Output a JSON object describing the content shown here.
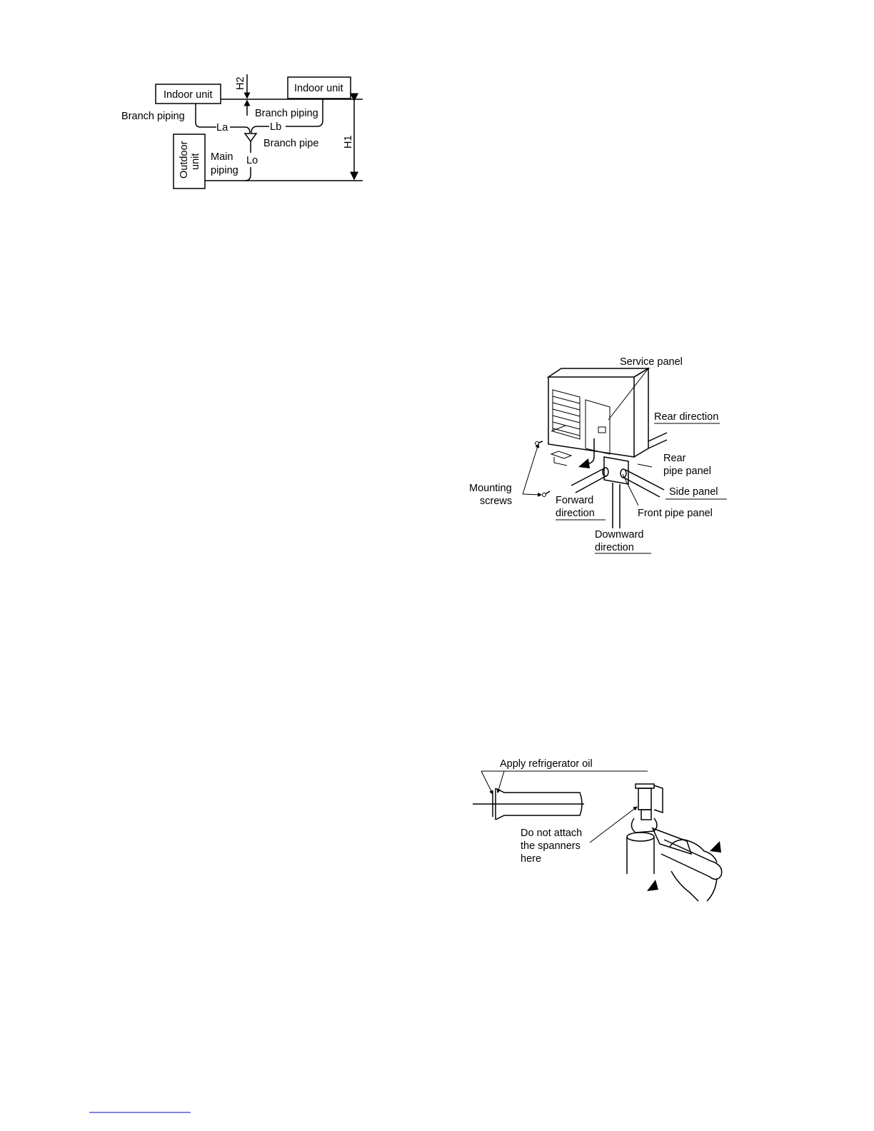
{
  "piping_diagram": {
    "indoor_unit_left": "Indoor unit",
    "indoor_unit_right": "Indoor unit",
    "branch_piping_left": "Branch piping",
    "branch_piping_right": "Branch piping",
    "length_a": "La",
    "length_b": "Lb",
    "branch_pipe": "Branch pipe",
    "outdoor_unit_line1": "Outdoor",
    "outdoor_unit_line2": "unit",
    "main_piping_line1": "Main",
    "main_piping_line2": "piping",
    "length_o": "Lo",
    "height_1": "H1",
    "height_2": "H2"
  },
  "panel_diagram": {
    "service_panel": "Service panel",
    "rear_direction": "Rear direction",
    "rear_pipe_panel_line1": "Rear",
    "rear_pipe_panel_line2": "pipe panel",
    "side_panel": "Side panel",
    "front_pipe_panel": "Front pipe panel",
    "mounting_screws_line1": "Mounting",
    "mounting_screws_line2": "screws",
    "forward_direction_line1": "Forward",
    "forward_direction_line2": "direction",
    "downward_direction_line1": "Downward",
    "downward_direction_line2": "direction"
  },
  "flare_diagram": {
    "apply_oil": "Apply refrigerator oil",
    "no_spanner_line1": "Do not attach",
    "no_spanner_line2": "the spanners",
    "no_spanner_line3": "here"
  }
}
